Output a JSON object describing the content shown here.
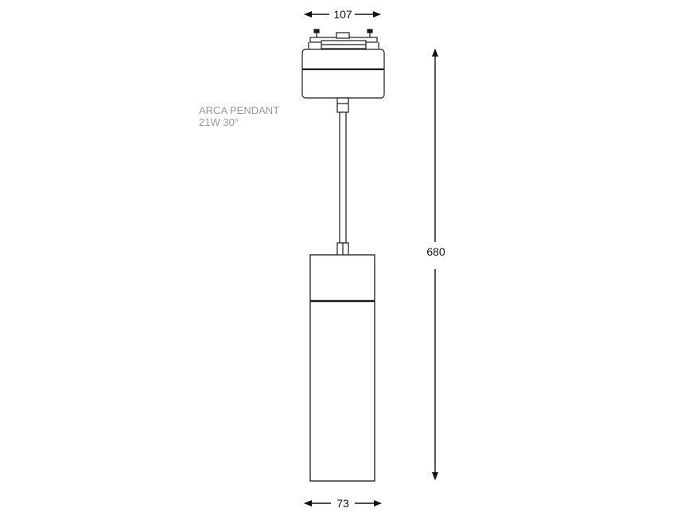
{
  "product": {
    "name": "ARCA PENDANT",
    "spec": "21W 30°"
  },
  "dimensions": {
    "adapter_width": "107",
    "body_width": "73",
    "total_height": "680"
  },
  "colors": {
    "line": "#1a1a1a",
    "caption": "#9a9a9a",
    "background": "#ffffff"
  }
}
